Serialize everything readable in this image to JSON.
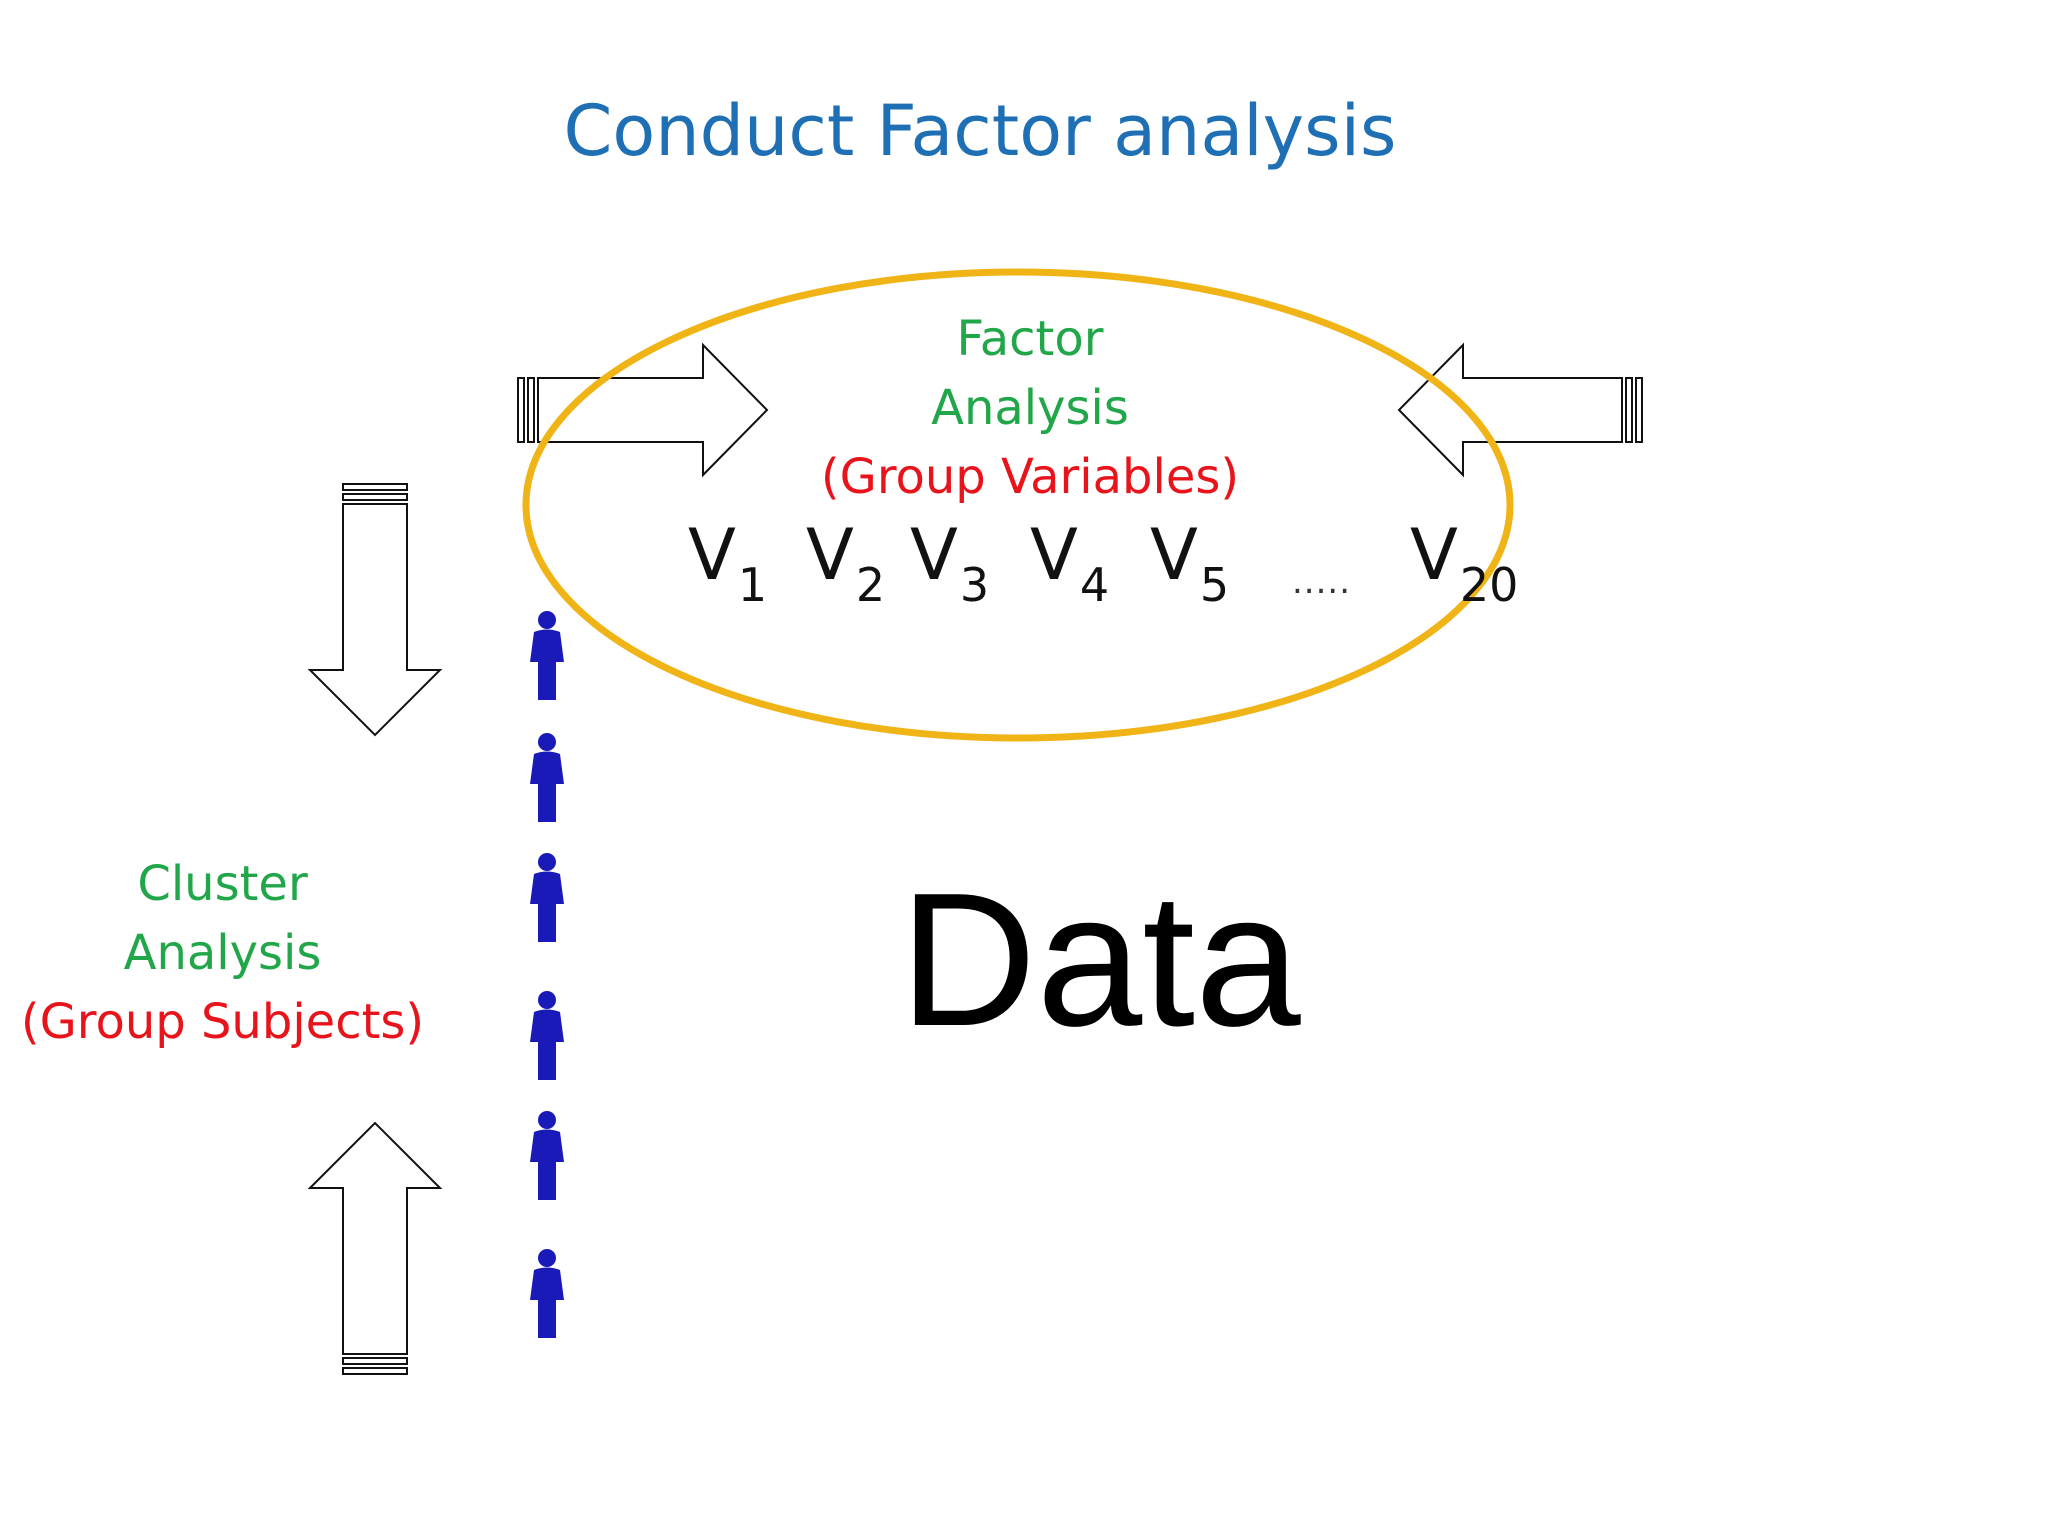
{
  "title": "Conduct Factor analysis",
  "factor_analysis": {
    "line1": "Factor",
    "line2": "Analysis",
    "line3": "(Group Variables)"
  },
  "cluster_analysis": {
    "line1": "Cluster",
    "line2": "Analysis",
    "line3": "(Group Subjects)"
  },
  "variables": [
    {
      "letter": "V",
      "index": "1"
    },
    {
      "letter": "V",
      "index": "2"
    },
    {
      "letter": "V",
      "index": "3"
    },
    {
      "letter": "V",
      "index": "4"
    },
    {
      "letter": "V",
      "index": "5"
    },
    {
      "letter": "V",
      "index": "20"
    }
  ],
  "ellipsis": ".....",
  "center_label": "Data",
  "colors": {
    "title": "#1f6fb5",
    "label_green": "#22a64a",
    "label_red": "#e8141c",
    "ellipse": "#f0b416",
    "person": "#1a1ab8"
  },
  "icons": {
    "arrow": "block-arrow-icon",
    "person": "person-icon"
  }
}
